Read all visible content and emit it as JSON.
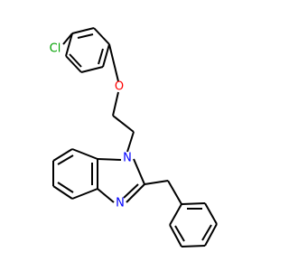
{
  "molecule": {
    "atoms": {
      "cl": {
        "label": "Cl",
        "color": "#00a000"
      },
      "o": {
        "label": "O",
        "color": "#ff0000"
      },
      "n1": {
        "label": "N",
        "color": "#0000ff"
      },
      "n3": {
        "label": "N",
        "color": "#0000ff"
      }
    },
    "bond_color": "#000000"
  }
}
